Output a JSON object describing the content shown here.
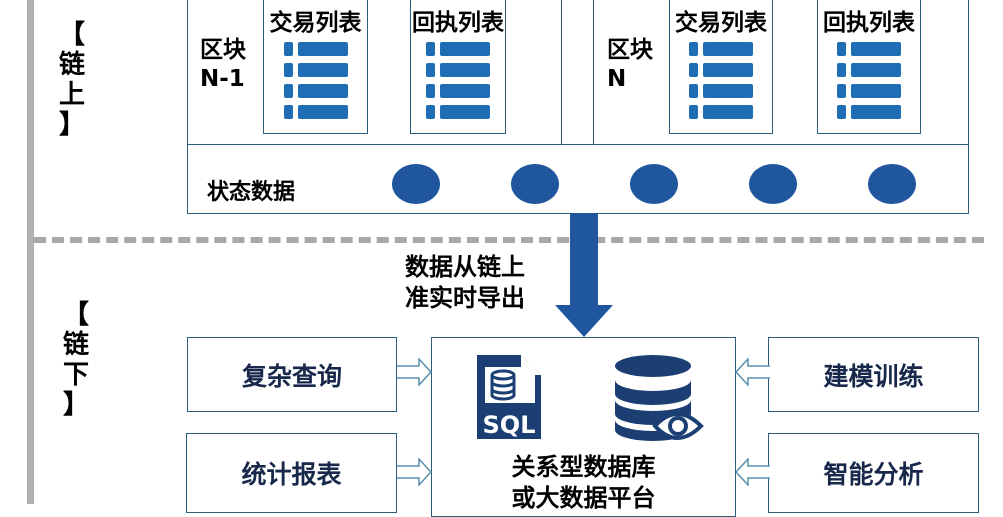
{
  "on_chain_label": [
    "【",
    "链",
    "上",
    "】"
  ],
  "off_chain_label": [
    "【",
    "链",
    "下",
    "】"
  ],
  "blocks": [
    {
      "label_line1": "区块",
      "label_line2": "N-1",
      "lists": [
        "交易列表",
        "回执列表"
      ]
    },
    {
      "label_line1": "区块",
      "label_line2": "N",
      "lists": [
        "交易列表",
        "回执列表"
      ]
    }
  ],
  "state_data_label": "状态数据",
  "state_data_count": 5,
  "export_label_line1": "数据从链上",
  "export_label_line2": "准实时导出",
  "center": {
    "sql_text": "SQL",
    "line1": "关系型数据库",
    "line2": "或大数据平台"
  },
  "left_functions": [
    "复杂查询",
    "统计报表"
  ],
  "right_functions": [
    "建模训练",
    "智能分析"
  ],
  "colors": {
    "blue": "#1f6db5",
    "dark_blue": "#20569e",
    "navy": "#17284a",
    "border": "#2c5d7c"
  }
}
